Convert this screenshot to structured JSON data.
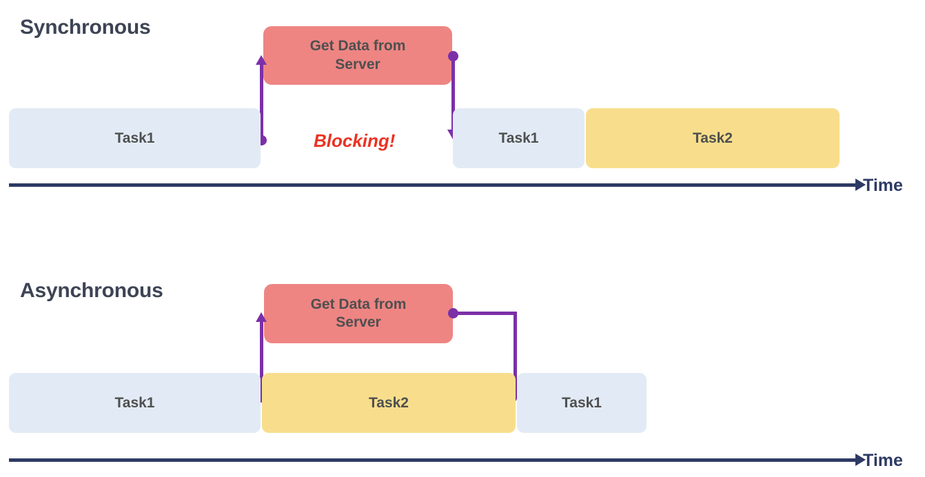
{
  "diagram": {
    "title_sync": "Synchronous",
    "title_async": "Asynchronous",
    "axis_label": "Time",
    "blocking_label": "Blocking!",
    "server_box_label": "Get Data from Server",
    "colors": {
      "task1_bar": "#E2EBF5",
      "task2_bar": "#F8DE8C",
      "server_box": "#EE8583",
      "connector": "#7B30A8",
      "axis": "#2E3A64",
      "blocking_text": "#EA3323",
      "heading_text": "#3D4455",
      "bar_text": "#4F4F4F"
    }
  },
  "sync": {
    "title": "Synchronous",
    "server_box": {
      "line1": "Get Data from",
      "line2": "Server"
    },
    "blocking": "Blocking!",
    "bars": [
      {
        "label": "Task1",
        "type": "task1"
      },
      {
        "label": "Task1",
        "type": "task1"
      },
      {
        "label": "Task2",
        "type": "task2"
      }
    ],
    "axis_label": "Time"
  },
  "async": {
    "title": "Asynchronous",
    "server_box": {
      "line1": "Get Data from",
      "line2": "Server"
    },
    "bars": [
      {
        "label": "Task1",
        "type": "task1"
      },
      {
        "label": "Task2",
        "type": "task2"
      },
      {
        "label": "Task1",
        "type": "task1"
      }
    ],
    "axis_label": "Time"
  }
}
